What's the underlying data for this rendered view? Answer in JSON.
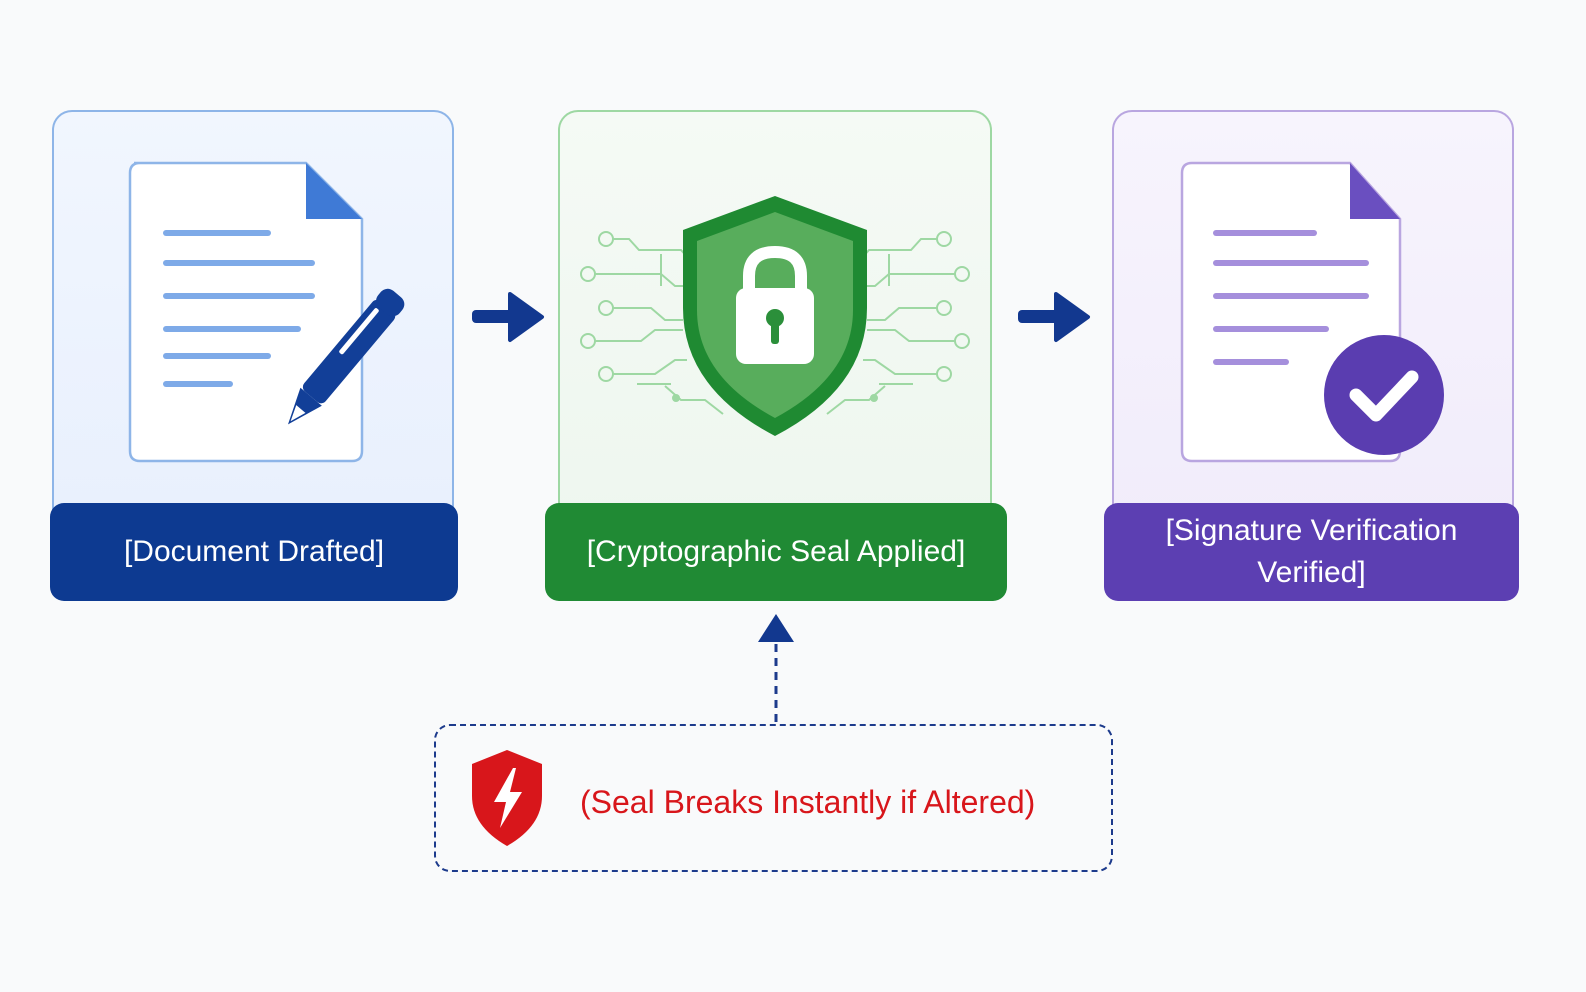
{
  "steps": [
    {
      "label": "[Document Drafted]",
      "color": "#0d3a91",
      "icon": "document-pen-icon"
    },
    {
      "label": "[Cryptographic Seal Applied]",
      "color": "#208a34",
      "icon": "shield-lock-icon"
    },
    {
      "label": "[Signature Verification Verified]",
      "color": "#5c3fb2",
      "icon": "document-check-icon"
    }
  ],
  "warning": {
    "text": "(Seal Breaks Instantly if Altered)",
    "color": "#d8161b",
    "icon": "shield-lightning-icon"
  },
  "arrow_color": "#1d3b8c"
}
